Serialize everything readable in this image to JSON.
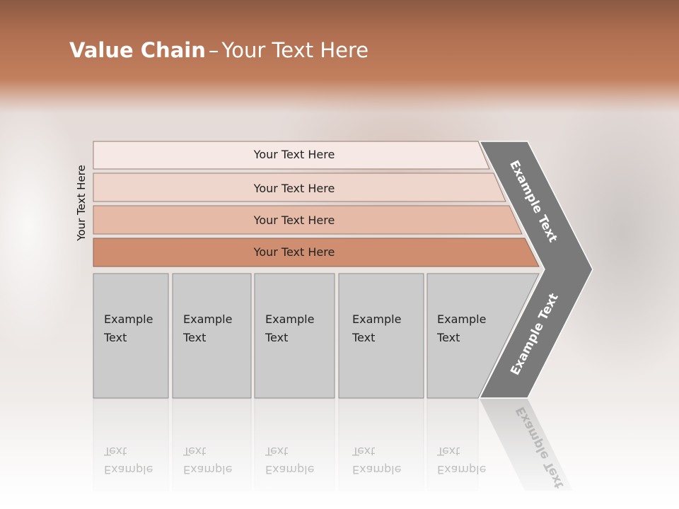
{
  "slide": {
    "title_bold": "Value Chain",
    "title_sep": "–",
    "title_rest": "Your Text Here",
    "side_label": "Your Text Here"
  },
  "bands": [
    {
      "label": "Your Text Here",
      "color": "#f6e9e5"
    },
    {
      "label": "Your Text Here",
      "color": "#efd6cc"
    },
    {
      "label": "Your Text Here",
      "color": "#e5bba8"
    },
    {
      "label": "Your Text Here",
      "color": "#cf8e70"
    }
  ],
  "boxes": [
    {
      "label": "Example\nText"
    },
    {
      "label": "Example\nText"
    },
    {
      "label": "Example\nText"
    },
    {
      "label": "Example\nText"
    },
    {
      "label": "Example\nText"
    }
  ],
  "arrow": {
    "upper_label": "Example Text",
    "lower_label": "Example Text",
    "color": "#7a7a7a"
  }
}
